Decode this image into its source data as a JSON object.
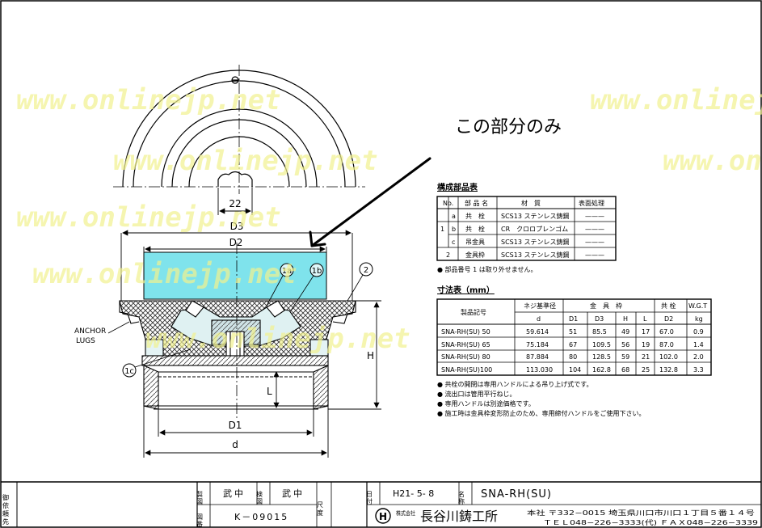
{
  "callout": {
    "text": "この部分のみ"
  },
  "watermark": {
    "text": "www.onlinejp.net"
  },
  "drawing": {
    "dim_22": "22",
    "dim_D3": "D3",
    "dim_D2": "D2",
    "dim_D1": "D1",
    "dim_d": "d",
    "dim_H": "H",
    "dim_L": "L",
    "anchor_lugs_line1": "ANCHOR",
    "anchor_lugs_line2": "LUGS",
    "balloon_1a": "1a",
    "balloon_1b": "1b",
    "balloon_2": "2",
    "balloon_1c": "1c"
  },
  "parts_table": {
    "title": "構成部品表",
    "headers": [
      "No.",
      "部 品 名",
      "材　質",
      "表面処理"
    ],
    "rows": [
      {
        "no": "1",
        "sub": "a",
        "name": "共　栓",
        "material": "SCS13 ステンレス鋳鋼",
        "finish": "———"
      },
      {
        "no": "",
        "sub": "b",
        "name": "共　栓",
        "material": "CR　クロロプレンゴム",
        "finish": "———"
      },
      {
        "no": "",
        "sub": "c",
        "name": "吊金具",
        "material": "SCS13 ステンレス鋳鋼",
        "finish": "———"
      },
      {
        "no": "2",
        "sub": "",
        "name": "金具枠",
        "material": "SCS13 ステンレス鋳鋼",
        "finish": "———"
      }
    ],
    "note": "● 部品番号 1 は取り外せません。"
  },
  "dim_table": {
    "title": "寸法表（mm）",
    "h_model": "製品記号",
    "h_thread": "ネジ基準径",
    "h_thread_sub": "d",
    "h_frame": "金　具　枠",
    "h_plug": "共 栓",
    "h_wgt": "W.G.T",
    "h_wgt_sub": "kg",
    "sub_headers": [
      "D1",
      "D3",
      "H",
      "L",
      "D2"
    ],
    "rows": [
      [
        "SNA-RH(SU) 50",
        "59.614",
        "51",
        "85.5",
        "49",
        "17",
        "67.0",
        "0.9"
      ],
      [
        "SNA-RH(SU) 65",
        "75.184",
        "67",
        "109.5",
        "56",
        "19",
        "87.0",
        "1.4"
      ],
      [
        "SNA-RH(SU) 80",
        "87.884",
        "80",
        "128.5",
        "59",
        "21",
        "102.0",
        "2.0"
      ],
      [
        "SNA-RH(SU)100",
        "113.030",
        "104",
        "162.8",
        "68",
        "25",
        "132.8",
        "3.3"
      ]
    ],
    "notes": [
      "● 共栓の開閉は専用ハンドルによる吊り上げ式です。",
      "● 流出口は管用平行ねじ。",
      "● 専用ハンドルは別途価格です。",
      "● 施工時は金具枠変形防止のため、専用締付ハンドルをご使用下さい。"
    ]
  },
  "title_block": {
    "client": "御依頼先",
    "drawn_label": "製図",
    "drawn_by": "武中",
    "checked_label": "検図",
    "checked_by": "武中",
    "scale_label": "尺度",
    "date_label": "日付",
    "date": "H21- 5- 8",
    "name_label": "名称",
    "product_name": "SNA-RH(SU)",
    "drawing_no_label": "図番",
    "drawing_no": "K－09015",
    "company_prefix": "株式会社",
    "company": "長谷川鋳工所",
    "logo_letter": "H",
    "address_line1": "本社 〒332−0015 埼玉県川口市川口１丁目５番１４号",
    "address_line2": "ＴＥＬ048−226−3333(代) ＦＡＸ048−226−3339"
  }
}
